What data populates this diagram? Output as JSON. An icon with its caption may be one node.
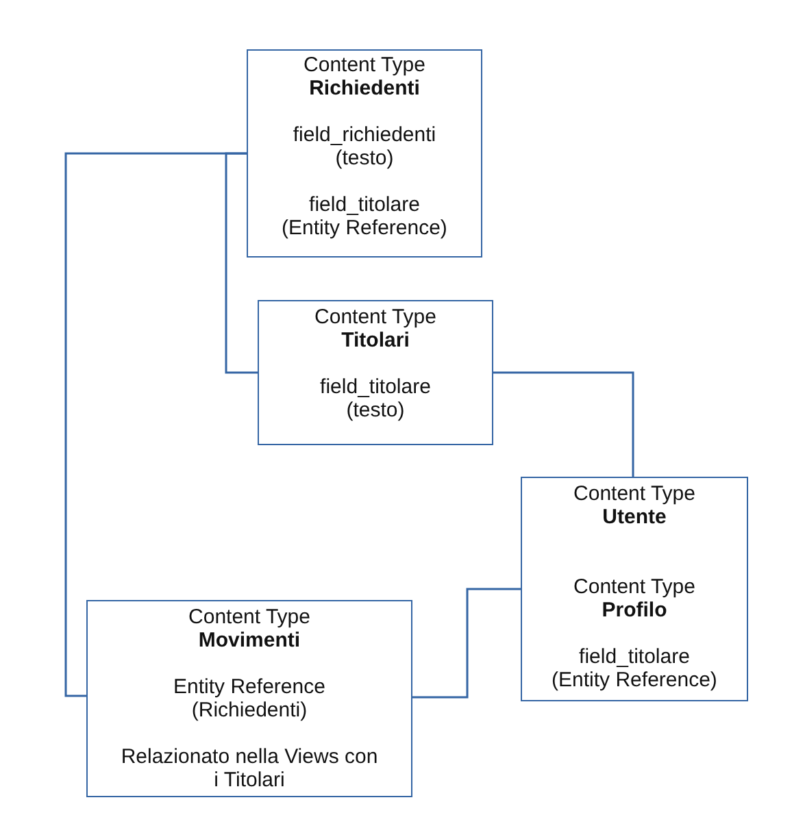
{
  "diagram": {
    "nodes": [
      {
        "text": [
          "Content Type **Richiedenti**",
          "field_richiedenti (testo)",
          "field_titolare (Entity Reference)"
        ]
      },
      {
        "text": [
          "Content Type **Titolari**",
          "field_titolare (testo)"
        ]
      },
      {
        "text": [
          "Content Type **Utente**",
          "Content Type **Profilo**",
          "field_titolare (Entity Reference)"
        ]
      },
      {
        "text": [
          "Content Type **Movimenti**",
          "Entity Reference (Richiedenti)",
          "Relazionato nella Views con i Titolari"
        ]
      }
    ],
    "edges": [
      {
        "from": 0,
        "to": 3,
        "arrow": "none"
      },
      {
        "from": 0,
        "to": 1,
        "arrow": "none"
      },
      {
        "from": 1,
        "to": 2,
        "arrow": "none"
      },
      {
        "from": 3,
        "to": 2,
        "arrow": "none"
      }
    ]
  }
}
